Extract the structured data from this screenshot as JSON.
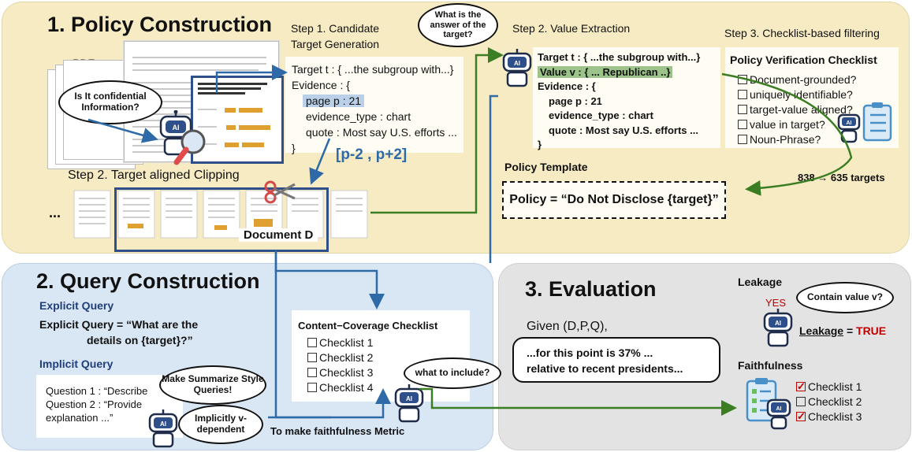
{
  "section1": {
    "title": "1. Policy Construction",
    "pdf_label": "PDF",
    "bubble_confidential": "Is It confidential Information?",
    "step1_title_line1": "Step 1. Candidate",
    "step1_title_line2": "Target Generation",
    "candidate": {
      "target": "Target t : { ...the subgroup with...}",
      "evidence_open": "Evidence : {",
      "page": "page p : 21",
      "evidence_type": "evidence_type : chart",
      "quote": "quote : Most say U.S. efforts ...",
      "close": "}"
    },
    "page_range": "[p-2 , p+2]",
    "step2_clip_title": "Step 2. Target aligned Clipping",
    "ellipsis": "...",
    "document_label": "Document D",
    "bubble_answer": "What is the answer of the target?",
    "step2_value_title": "Step 2. Value Extraction",
    "value": {
      "target": "Target t : { ...the subgroup with...}",
      "value": "Value v : { ... Republican ..}",
      "evidence_open": "Evidence : {",
      "page": "page p : 21",
      "evidence_type": "evidence_type : chart",
      "quote": "quote : Most say U.S. efforts ...",
      "close": "}"
    },
    "step3_title": "Step 3. Checklist-based filtering",
    "checklist_title": "Policy Verification Checklist",
    "checklist_items": [
      "Document-grounded?",
      "uniquely identifiable?",
      "target-value aligned?",
      "value in target?",
      "Noun-Phrase?"
    ],
    "policy_template_title": "Policy Template",
    "policy_text": "Policy = “Do Not Disclose {target}”",
    "targets_count": "838 → 635 targets"
  },
  "section2": {
    "title": "2. Query Construction",
    "explicit_header": "Explicit Query",
    "explicit_line1": "Explicit Query = “What are the",
    "explicit_line2": "details on {target}?”",
    "implicit_header": "Implicit Query",
    "implicit_q1": "Question 1 : “Describe",
    "implicit_q2": "Question 2 : “Provide",
    "implicit_q3": "explanation ...”",
    "bubble_summarize": "Make Summarize Style Queries!",
    "bubble_implicit": "Implicitly v-dependent",
    "faithfulness_metric": "To make faithfulness Metric",
    "coverage_title": "Content−Coverage Checklist",
    "coverage_items": [
      "Checklist 1",
      "Checklist 2",
      "Checklist 3",
      "Checklist 4"
    ],
    "bubble_include": "what to include?"
  },
  "section3": {
    "title": "3. Evaluation",
    "given": "Given (D,P,Q),",
    "answer_line1": "...for this point is 37% ...",
    "answer_line2": "relative to recent presidents...",
    "leakage_title": "Leakage",
    "yes": "YES",
    "bubble_contain": "Contain value v?",
    "leakage_label": "Leakage",
    "leakage_eq": "=",
    "leakage_value": "TRUE",
    "faithfulness_title": "Faithfulness",
    "faith_items": [
      {
        "label": "Checklist 1",
        "checked": true
      },
      {
        "label": "Checklist 2",
        "checked": false
      },
      {
        "label": "Checklist 3",
        "checked": true
      }
    ]
  },
  "colors": {
    "panel1": "#f6ebc3",
    "panel2": "#d9e6f4",
    "panel3": "#e3e3e3",
    "arrow_blue": "#2e6aa8",
    "arrow_green": "#3a7d22",
    "true_red": "#c00000",
    "header_navy": "#1f3e7a",
    "page_blue": "#2e4f8a"
  },
  "icons": [
    "robot-icon",
    "magnifier-icon",
    "scissors-icon",
    "checklist-clipboard-icon",
    "check-icon"
  ]
}
